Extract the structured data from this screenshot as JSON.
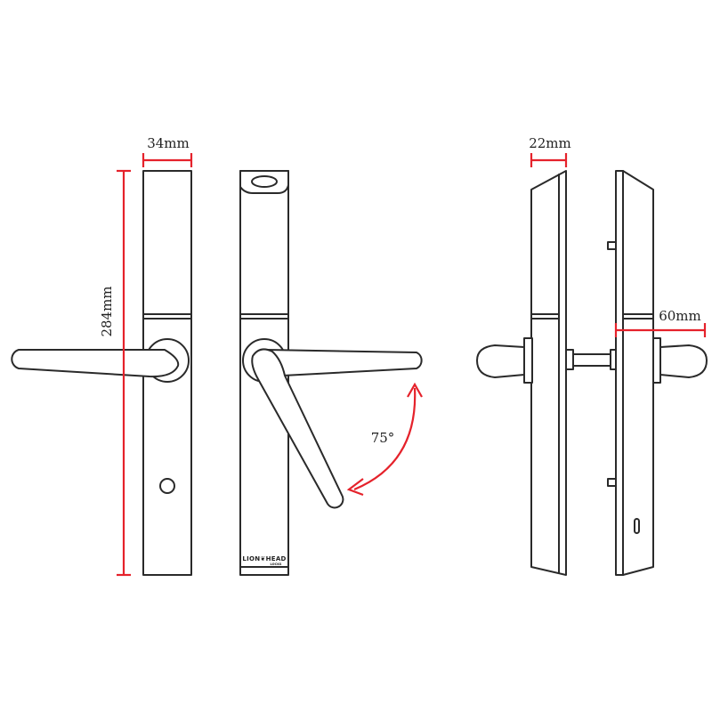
{
  "dimensions": {
    "width_34": "34mm",
    "height_284": "284mm",
    "width_22": "22mm",
    "projection_60": "60mm",
    "angle_75": "75°"
  },
  "logo": {
    "brand": "LION HEAD",
    "subline": "LOCKS"
  },
  "colors": {
    "dimension_lines": "#e5222b",
    "outlines": "#2a2a2a",
    "background": "#ffffff"
  }
}
